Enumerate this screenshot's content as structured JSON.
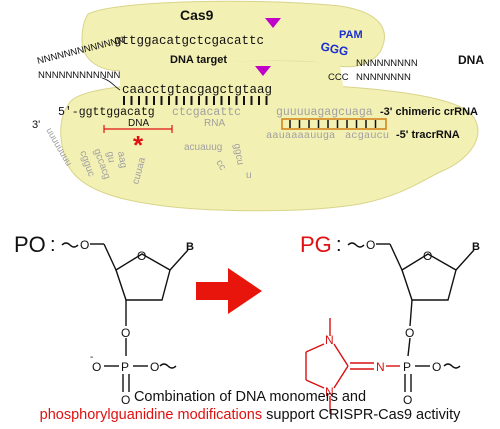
{
  "colors": {
    "protein_fill": "#f3f0b4",
    "protein_stroke": "#d9d48a",
    "dna_text": "#111111",
    "gray_text": "#a0a0a0",
    "pam_blue": "#1a2fd1",
    "cut_marker": "#c000c8",
    "highlight_red": "#e01010",
    "guanidine_red": "#d81010",
    "tracr_box": "#d4861e",
    "arrow_red": "#e8150c"
  },
  "top_panel": {
    "cas9_label": "Cas9",
    "pam_label": "PAM",
    "pam_sequence": "GGG",
    "dna_label": "DNA",
    "dna_target_label": "DNA target",
    "top_strand_left": "NNNNNNNNNNNNN",
    "top_strand_seq": "gttggacatgctcgacattc",
    "top_strand_right": "NNNNNNNNN",
    "bottom_strand_left": "NNNNNNNNNNNN",
    "bottom_strand_seq": "caacctgtacgagctgtaag",
    "bottom_strand_ccc": "CCC",
    "bottom_strand_right": "NNNNNNNN",
    "crrna_dna_part": "5'-ggttggacatg",
    "crrna_rna_part": "ctcgacattc",
    "crrna_repeat": "guuuuagagcuaga",
    "crrna_label": "-3' chimeric crRNA",
    "dna_region_label": "DNA",
    "rna_region_label": "RNA",
    "three_prime_label": "3'",
    "asterisk": "*",
    "tracr_top": "aauaaaauuga",
    "tracr_bottom": "acgaucu",
    "tracr_label": "-5' tracrRNA",
    "loop_left": "uuuuuuuu",
    "loop_left2": "cgguc",
    "loop_left3": "gccacg",
    "loop_mid_a": "gu",
    "loop_mid_b": "aag",
    "loop_mid_c": "cuuaa",
    "loop_center": "acuauug",
    "loop_center2": "cc",
    "loop_right": "ggcu",
    "loop_tail": "u"
  },
  "bottom_panel": {
    "po_label": "PO",
    "pg_label": "PG",
    "colon": ":",
    "o_label": "O",
    "b_label": "B",
    "p_label": "P",
    "n_label": "N",
    "o_minus": "O",
    "minus": "-"
  },
  "caption": {
    "line1": "Combination of DNA monomers and",
    "line2_red": "phosphorylguanidine modifications",
    "line2_rest": " support CRISPR-Cas9 activity"
  }
}
